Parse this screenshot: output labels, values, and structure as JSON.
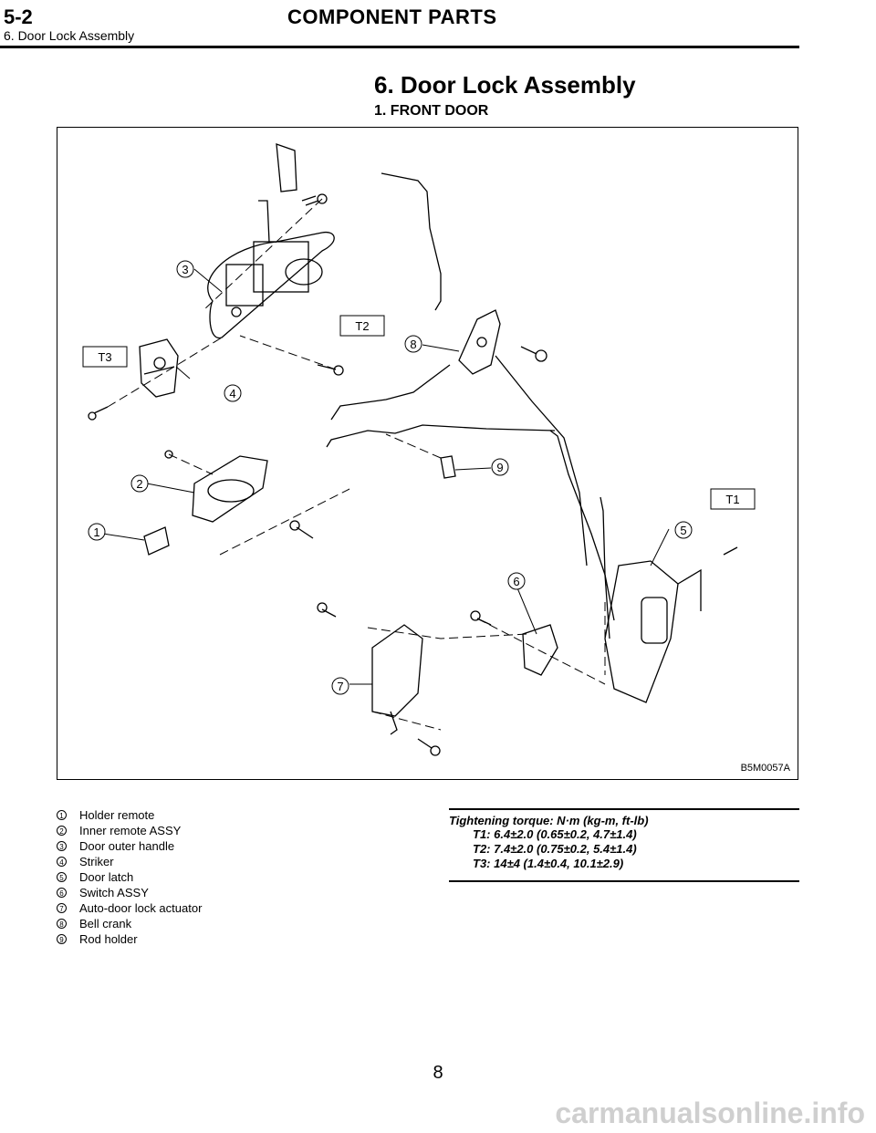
{
  "header": {
    "section": "5-2",
    "title": "COMPONENT PARTS",
    "subtitle": "6. Door Lock Assembly"
  },
  "main": {
    "heading": "6. Door Lock Assembly",
    "subheading": "1. FRONT DOOR"
  },
  "figure": {
    "id": "B5M0057A",
    "callouts": [
      "1",
      "2",
      "3",
      "4",
      "5",
      "6",
      "7",
      "8",
      "9"
    ],
    "torque_tags": [
      "T1",
      "T2",
      "T3"
    ]
  },
  "legend": [
    {
      "num": "1",
      "label": "Holder remote"
    },
    {
      "num": "2",
      "label": "Inner remote ASSY"
    },
    {
      "num": "3",
      "label": "Door outer handle"
    },
    {
      "num": "4",
      "label": "Striker"
    },
    {
      "num": "5",
      "label": "Door latch"
    },
    {
      "num": "6",
      "label": "Switch ASSY"
    },
    {
      "num": "7",
      "label": "Auto-door lock actuator"
    },
    {
      "num": "8",
      "label": "Bell crank"
    },
    {
      "num": "9",
      "label": "Rod holder"
    }
  ],
  "torque": {
    "title": "Tightening torque: N·m (kg-m, ft-lb)",
    "t1": "T1: 6.4±2.0 (0.65±0.2, 4.7±1.4)",
    "t2": "T2: 7.4±2.0 (0.75±0.2, 5.4±1.4)",
    "t3": "T3: 14±4 (1.4±0.4, 10.1±2.9)"
  },
  "page_number": "8",
  "watermark": "carmanualsonline.info"
}
